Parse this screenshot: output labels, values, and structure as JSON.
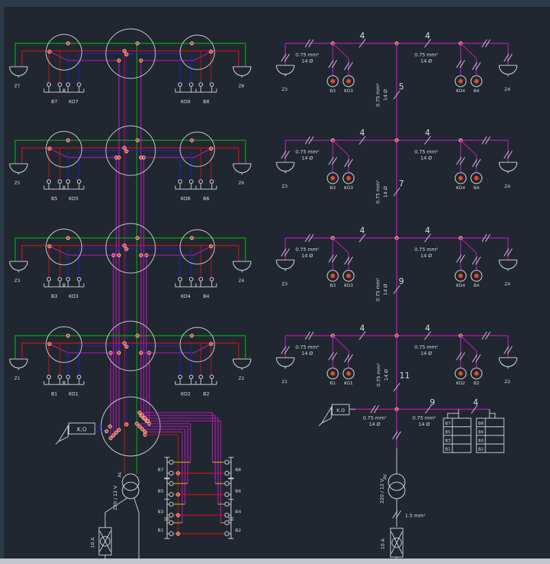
{
  "colors": {
    "background": "#212731",
    "top_bar": "#2c3947",
    "left_edge": "#2c3947",
    "bottom_bar": "#c3c6ca",
    "wire_green": "#00b400",
    "wire_red": "#cf1212",
    "wire_blue": "#1d1dd6",
    "wire_magenta": "#c517c5",
    "wire_yellow": "#bcae00",
    "symbol": "#d2d7dc",
    "text": "#d6dade",
    "junction_dot": "#e8491d"
  },
  "left_diagram": {
    "rows": [
      {
        "bell_left": "Z7",
        "bell_right": "Z8",
        "sw1": "B7",
        "sw2": "KO7",
        "sw3": "KO8",
        "sw4": "B8"
      },
      {
        "bell_left": "Z5",
        "bell_right": "Z6",
        "sw1": "B5",
        "sw2": "KO5",
        "sw3": "KO6",
        "sw4": "B6"
      },
      {
        "bell_left": "Z3",
        "bell_right": "Z4",
        "sw1": "B3",
        "sw2": "KO3",
        "sw3": "KO4",
        "sw4": "B4"
      },
      {
        "bell_left": "Z1",
        "bell_right": "Z2",
        "sw1": "B1",
        "sw2": "KO1",
        "sw3": "KO2",
        "sw4": "B2"
      }
    ],
    "ko_label": "K.O",
    "transformer_primary": "220 / 12 V",
    "transformer_ac": "Ac",
    "fuse_rating": "10 A",
    "terminals_left": [
      "B7",
      "B5",
      "B3",
      "B1"
    ],
    "terminals_right": [
      "B8",
      "B6",
      "B4",
      "B2"
    ]
  },
  "right_diagram": {
    "wire_spec": {
      "line1": "0.75 mm²",
      "line2": "14 Ø"
    },
    "branch_count": "4",
    "rows": [
      {
        "bell_left": "Z3",
        "bell_right": "Z4",
        "btn1": "B3",
        "btn2": "KO3",
        "btn3": "KO4",
        "btn4": "B4",
        "riser_count": "5"
      },
      {
        "bell_left": "Z3",
        "bell_right": "Z4",
        "btn1": "B3",
        "btn2": "KO3",
        "btn3": "KO4",
        "btn4": "B4",
        "riser_count": "7"
      },
      {
        "bell_left": "Z3",
        "bell_right": "Z4",
        "btn1": "B3",
        "btn2": "KO3",
        "btn3": "KO4",
        "btn4": "B4",
        "riser_count": "9"
      },
      {
        "bell_left": "Z1",
        "bell_right": "Z2",
        "btn1": "B1",
        "btn2": "KO1",
        "btn3": "KO2",
        "btn4": "B2",
        "riser_count": "11"
      }
    ],
    "feeder": {
      "ko_label": "K.O",
      "count_mid": "9",
      "count_right": "4",
      "transformer_primary": "220 / 12 V",
      "transformer_ac": "Ac",
      "fuse_rating": "10 A",
      "cable_spec": "1.5 mm²",
      "table_left": [
        "B7",
        "B5",
        "B3",
        "B1"
      ],
      "table_right": [
        "B8",
        "B6",
        "B4",
        "B2"
      ]
    }
  }
}
